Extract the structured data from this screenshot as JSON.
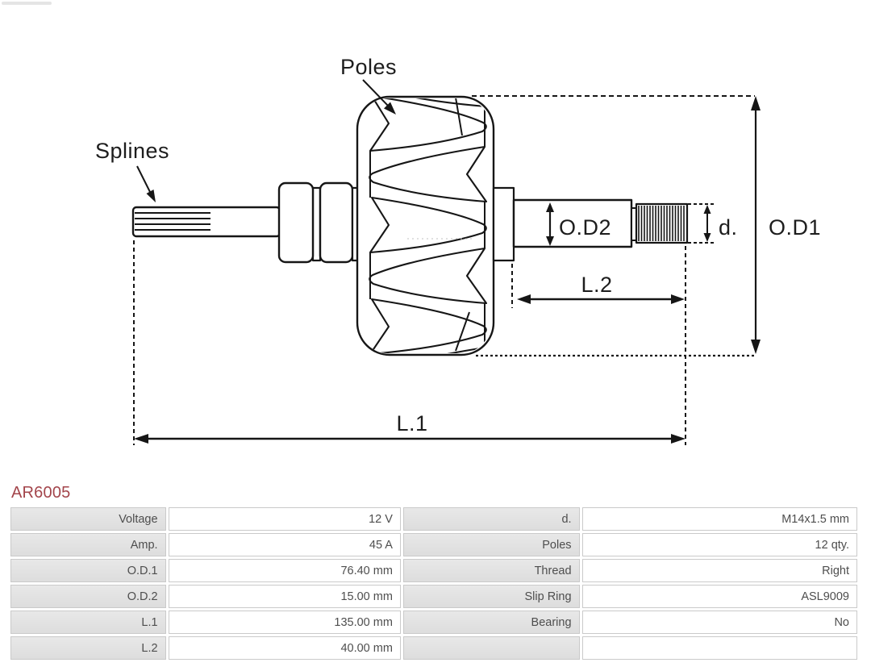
{
  "part": {
    "number": "AR6005"
  },
  "diagram": {
    "labels": {
      "poles": "Poles",
      "splines": "Splines",
      "od2": "O.D2",
      "l2": "L.2",
      "d": "d.",
      "od1": "O.D1",
      "l1": "L.1"
    }
  },
  "spec_table": {
    "rows": [
      {
        "cells": [
          "Voltage",
          "12 V",
          "d.",
          "M14x1.5 mm"
        ]
      },
      {
        "cells": [
          "Amp.",
          "45 A",
          "Poles",
          "12 qty."
        ]
      },
      {
        "cells": [
          "O.D.1",
          "76.40 mm",
          "Thread",
          "Right"
        ]
      },
      {
        "cells": [
          "O.D.2",
          "15.00 mm",
          "Slip Ring",
          "ASL9009"
        ]
      },
      {
        "cells": [
          "L.1",
          "135.00 mm",
          "Bearing",
          "No"
        ]
      },
      {
        "cells": [
          "L.2",
          "40.00 mm",
          "",
          ""
        ]
      }
    ]
  },
  "colors": {
    "accent": "#a3454b",
    "table_label_bg": "#e2e2e2",
    "table_border": "#cacaca",
    "diagram_stroke": "#161616"
  }
}
